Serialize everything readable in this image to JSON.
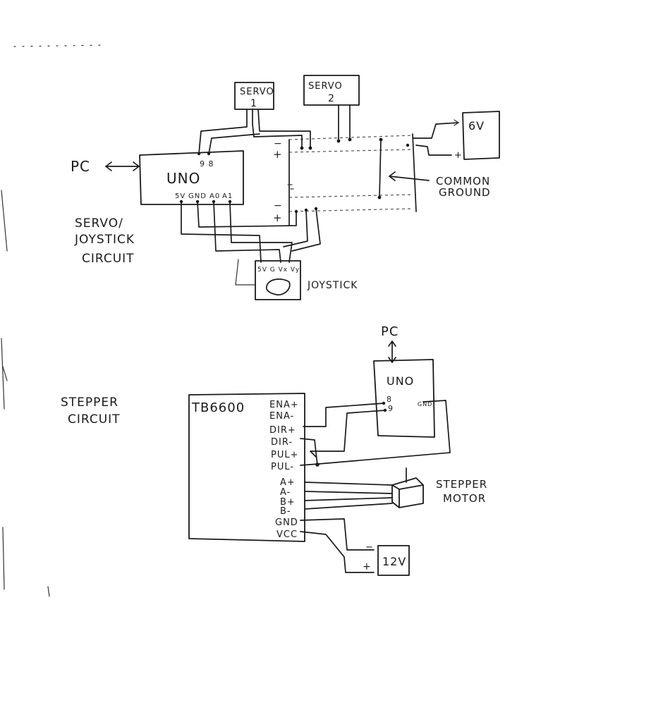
{
  "servo_circuit": {
    "title_lines": [
      "SERVO/",
      "JOYSTICK",
      "CIRCUIT"
    ],
    "pc_label": "PC",
    "uno_label": "UNO",
    "uno_pin_top": "9 8",
    "uno_pins_bottom": [
      "5V",
      "GND",
      "A0",
      "A1"
    ],
    "servo1": [
      "SERVO",
      "1"
    ],
    "servo2": [
      "SERVO",
      "2"
    ],
    "rail_minus": "−",
    "rail_plus": "+",
    "supply_label": "6V",
    "supply_plus": "+",
    "common_ground": [
      "COMMON",
      "GROUND"
    ],
    "joystick_pins": "5V G Vx Vy",
    "joystick_label": "JOYSTICK"
  },
  "stepper_circuit": {
    "title_lines": [
      "STEPPER",
      "CIRCUIT"
    ],
    "driver_label": "TB6600",
    "driver_pins": [
      "ENA+",
      "ENA-",
      "DIR+",
      "DIR-",
      "PUL+",
      "PUL-",
      "A+",
      "A-",
      "B+",
      "B-",
      "GND",
      "VCC"
    ],
    "pc_label": "PC",
    "uno_label": "UNO",
    "uno_pin_8": "8",
    "uno_pin_9": "9",
    "uno_pin_gnd": "GND",
    "motor_label": [
      "STEPPER",
      "MOTOR"
    ],
    "supply_label": "12V",
    "supply_minus": "−",
    "supply_plus": "+"
  }
}
